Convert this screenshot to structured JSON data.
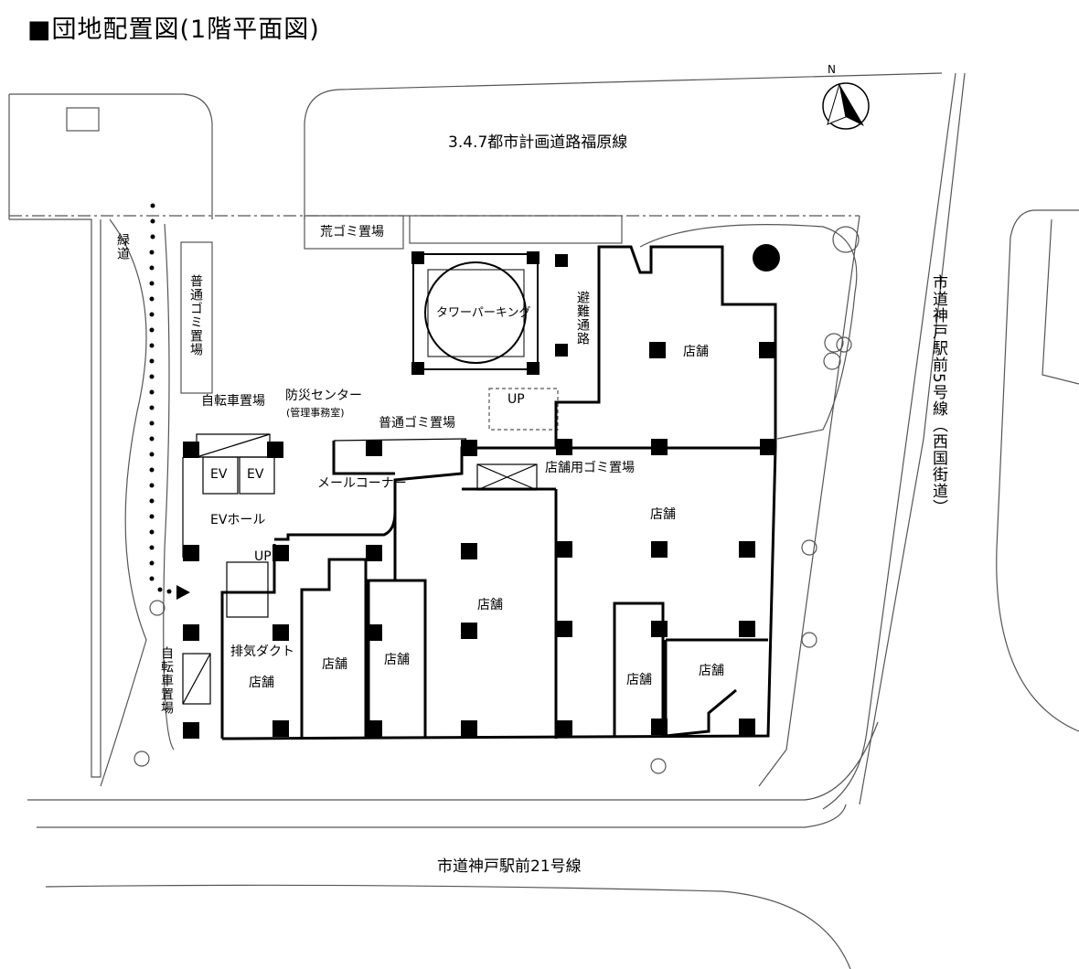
{
  "title": "■団地配置図(1階平面図)",
  "compass": {
    "north_label": "N"
  },
  "roads": {
    "north": "3.4.7都市計画道路福原線",
    "east": "市道神戸駅前5号線（西国街道）",
    "south": "市道神戸駅前21号線"
  },
  "labels": {
    "rough_garbage": "荒ゴミ置場",
    "tower_parking": "タワーパーキング",
    "evacuation_path": "避難通路",
    "green_path": "緑道",
    "garbage_vertical": "普通ゴミ置場",
    "bicycle_parking_top": "自転車置場",
    "disaster_center": "防災センター",
    "management_office": "(管理事務室)",
    "garbage_common": "普通ゴミ置場",
    "ev1": "EV",
    "ev2": "EV",
    "mail_corner": "メールコーナー",
    "shop_garbage": "店舗用ゴミ置場",
    "ev_hall": "EVホール",
    "up1": "UP",
    "up2": "UP",
    "exhaust_duct": "排気ダクト",
    "bicycle_parking_side": "自転車置場"
  },
  "shops": [
    "店舗",
    "店舗",
    "店舗",
    "店舗",
    "店舗",
    "店舗",
    "店舗",
    "店舗"
  ]
}
